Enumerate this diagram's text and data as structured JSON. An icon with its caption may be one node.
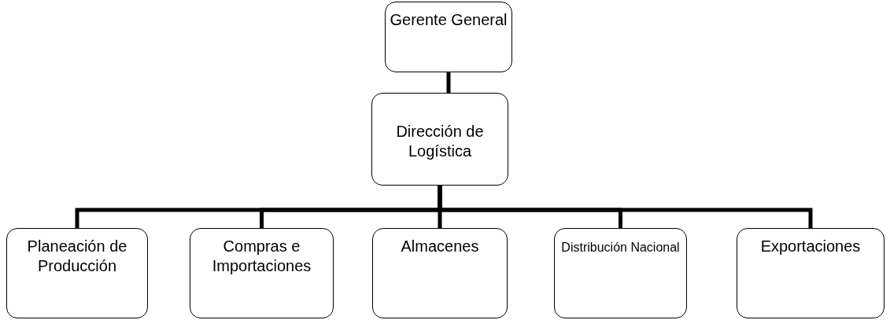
{
  "diagram": {
    "nodes": [
      {
        "text": [
          "Gerente General"
        ]
      },
      {
        "text": [
          "Dirección de Logística"
        ]
      },
      {
        "text": [
          "Planeación de Producción"
        ]
      },
      {
        "text": [
          "Compras e Importaciones"
        ]
      },
      {
        "text": [
          "Almacenes"
        ]
      },
      {
        "text": [
          "Distribución Nacional"
        ]
      },
      {
        "text": [
          "Exportaciones"
        ]
      }
    ],
    "edges": [
      {
        "from": 0,
        "to": 1,
        "arrow": "none"
      },
      {
        "from": 1,
        "to": 2,
        "arrow": "none"
      },
      {
        "from": 1,
        "to": 3,
        "arrow": "none"
      },
      {
        "from": 1,
        "to": 4,
        "arrow": "none"
      },
      {
        "from": 1,
        "to": 5,
        "arrow": "none"
      },
      {
        "from": 1,
        "to": 6,
        "arrow": "none"
      }
    ]
  }
}
